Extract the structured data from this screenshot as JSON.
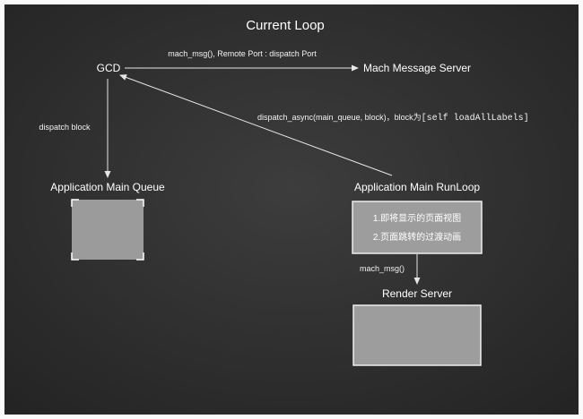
{
  "title": "Current Loop",
  "nodes": {
    "gcd": "GCD",
    "mach_server": "Mach Message Server",
    "main_queue": "Application Main Queue",
    "main_runloop": "Application Main RunLoop",
    "render_server": "Render Server"
  },
  "runloop_items": [
    "1.即将显示的页面视图",
    "2.页面跳转的过渡动画"
  ],
  "edges": {
    "gcd_to_mach": "mach_msg(), Remote Port : dispatch Port",
    "gcd_to_queue": "dispatch block",
    "runloop_to_gcd": {
      "text": "dispatch_async(main_queue, block)，block为",
      "code": "[self loadAllLabels]"
    },
    "runloop_to_render": "mach_msg()"
  }
}
